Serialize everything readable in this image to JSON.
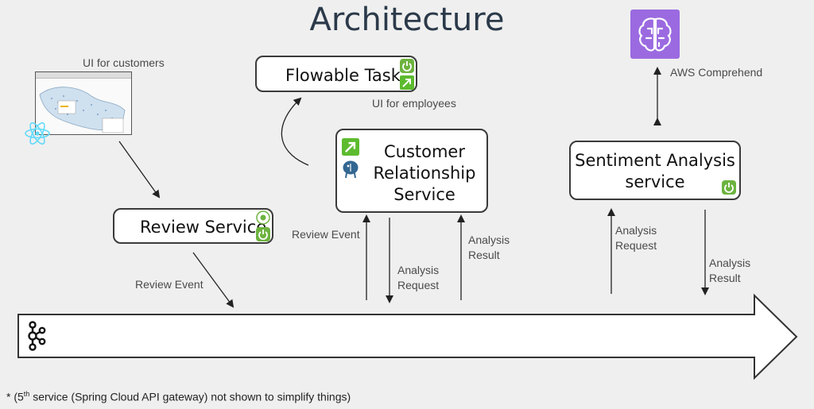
{
  "title": "Architecture",
  "labels": {
    "ui_customers": "UI for customers",
    "ui_employees": "UI for employees",
    "aws_comprehend": "AWS Comprehend",
    "review_event_left": "Review Event",
    "review_event_mid": "Review Event",
    "analysis_request_mid": "Analysis Request",
    "analysis_result_mid": "Analysis Result",
    "analysis_request_right": "Analysis Request",
    "analysis_result_right": "Analysis Result"
  },
  "boxes": {
    "flowable": "Flowable Task",
    "review": "Review Service",
    "crm_line1": "Customer",
    "crm_line2": "Relationship",
    "crm_line3": "Service",
    "sentiment_line1": "Sentiment Analysis",
    "sentiment_line2": "service"
  },
  "footnote": {
    "prefix": "* (5",
    "sup": "th",
    "rest": " service (Spring Cloud API gateway) not shown to simplify things)"
  },
  "icons": {
    "spring_color": "#6db33f",
    "flowable_color": "#5dbb2f",
    "aws_color": "#9b6ae0",
    "react_color": "#61dafb",
    "postgres_color": "#336791"
  }
}
